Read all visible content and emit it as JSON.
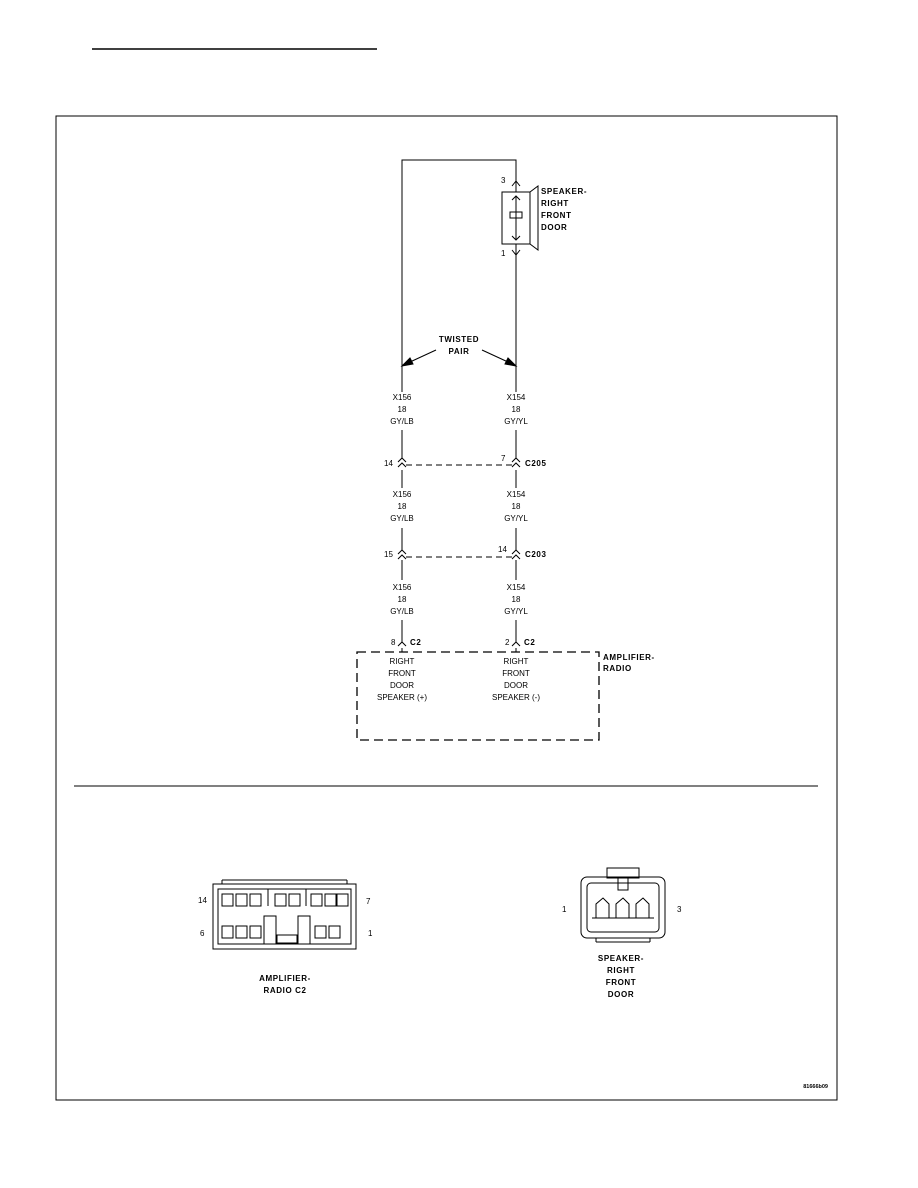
{
  "diagram": {
    "speaker": {
      "name_lines": [
        "SPEAKER-",
        "RIGHT",
        "FRONT",
        "DOOR"
      ],
      "pin_top": "3",
      "pin_bottom": "1"
    },
    "twisted_pair_lines": [
      "TWISTED",
      "PAIR"
    ],
    "wire_left": {
      "circuit": "X156",
      "gauge": "18",
      "color": "GY/LB"
    },
    "wire_right": {
      "circuit": "X154",
      "gauge": "18",
      "color": "GY/YL"
    },
    "connector_c205": {
      "name": "C205",
      "pin_left": "14",
      "pin_right": "7"
    },
    "connector_c203": {
      "name": "C203",
      "pin_left": "15",
      "pin_right": "14"
    },
    "amplifier": {
      "name_lines": [
        "AMPLIFIER-",
        "RADIO"
      ],
      "connector": "C2",
      "pin_left": "8",
      "pin_right": "2",
      "left_function": [
        "RIGHT",
        "FRONT",
        "DOOR",
        "SPEAKER (+)"
      ],
      "right_function": [
        "RIGHT",
        "FRONT",
        "DOOR",
        "SPEAKER (-)"
      ]
    },
    "connector_view_amp": {
      "label_lines": [
        "AMPLIFIER-",
        "RADIO C2"
      ],
      "pin_top_left": "14",
      "pin_top_right": "7",
      "pin_bottom_left": "6",
      "pin_bottom_right": "1"
    },
    "connector_view_speaker": {
      "label_lines": [
        "SPEAKER-",
        "RIGHT",
        "FRONT",
        "DOOR"
      ],
      "pin_left": "1",
      "pin_right": "3"
    },
    "figure_id": "81666b09"
  }
}
